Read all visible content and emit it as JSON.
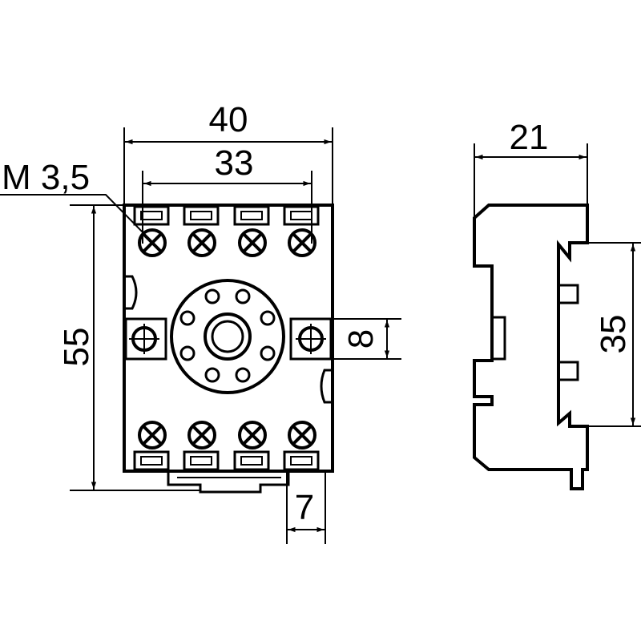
{
  "dimensions": {
    "overall_width": "40",
    "screw_spacing": "33",
    "screw_thread": "M 3,5",
    "overall_height": "55",
    "mount_hole_size": "8",
    "terminal_pitch": "7",
    "side_depth": "21",
    "rail_width": "35"
  },
  "colors": {
    "line": "#000000",
    "background": "#ffffff"
  },
  "icons": [
    "screw-terminal-icon",
    "mounting-hole-icon",
    "din-rail-clip-icon"
  ]
}
